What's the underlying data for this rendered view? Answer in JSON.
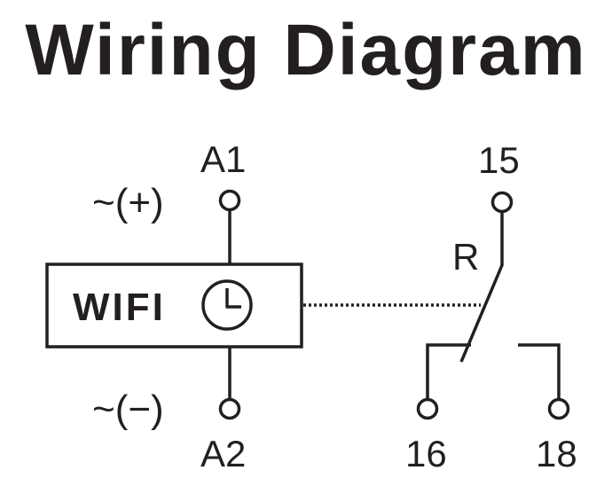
{
  "title": "Wiring Diagram",
  "module": {
    "label": "WIFI",
    "icon": "clock-icon"
  },
  "supply": {
    "top": {
      "terminal": "A1",
      "polarity": "~(+)"
    },
    "bottom": {
      "terminal": "A2",
      "polarity": "~(−)"
    }
  },
  "relay": {
    "name": "R",
    "common": "15",
    "contact_left": "16",
    "contact_right": "18"
  },
  "colors": {
    "ink": "#231f20",
    "background": "#ffffff"
  }
}
